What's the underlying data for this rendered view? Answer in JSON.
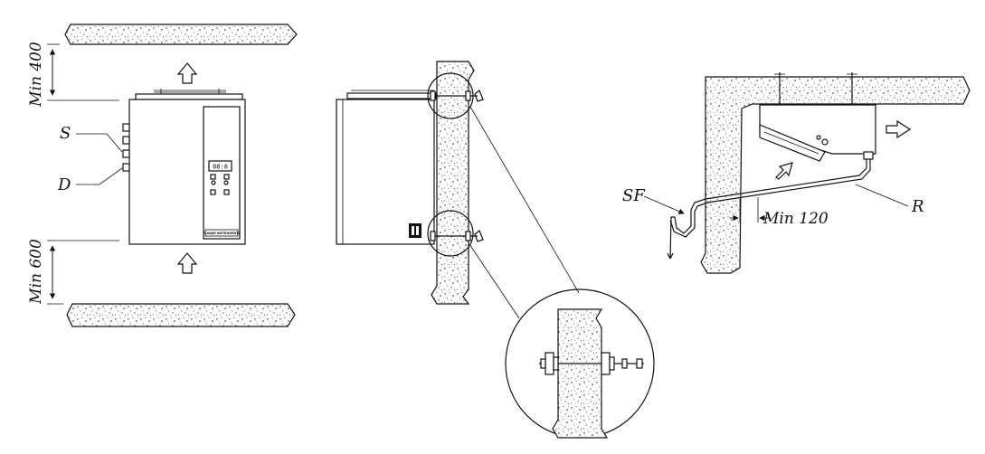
{
  "labels": {
    "min_top": "Min 400",
    "min_bottom": "Min 600",
    "suction": "S",
    "discharge": "D",
    "siphon": "SF",
    "return": "R",
    "min_wall": "Min 120"
  },
  "panel": {
    "display_text": "88:8",
    "brand_text": "PLANAR INSTRUMENTS"
  },
  "colors": {
    "line": "#111111",
    "background": "#ffffff",
    "concrete_speckle": "#222222"
  },
  "icons": {
    "airflow": "outline-arrow",
    "wall_bolt": "bolt",
    "drain": "siphon-trap"
  }
}
